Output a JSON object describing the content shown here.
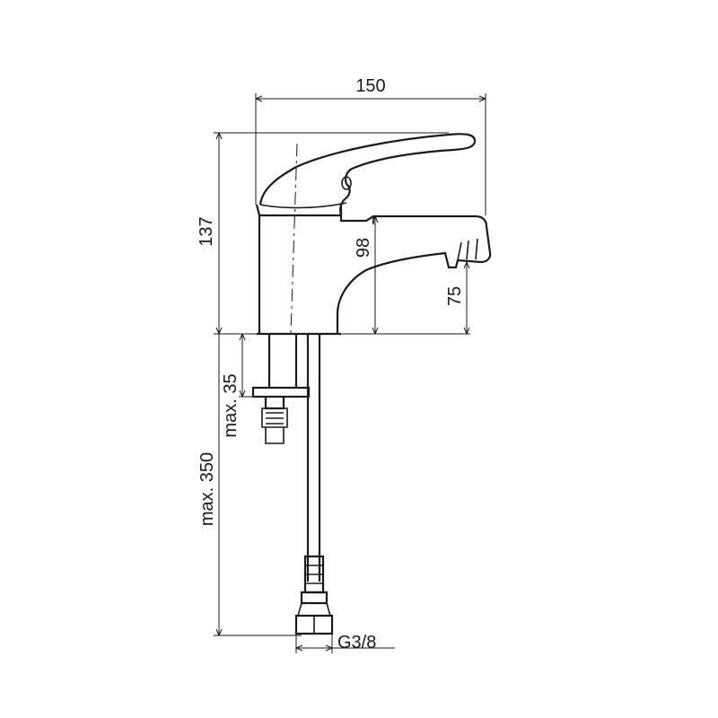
{
  "dimensions": {
    "width": "150",
    "height_total": "137",
    "spout_height": "98",
    "spout_clearance": "75",
    "shank_length": "max. 35",
    "hose_length": "max. 350",
    "thread": "G3/8"
  }
}
